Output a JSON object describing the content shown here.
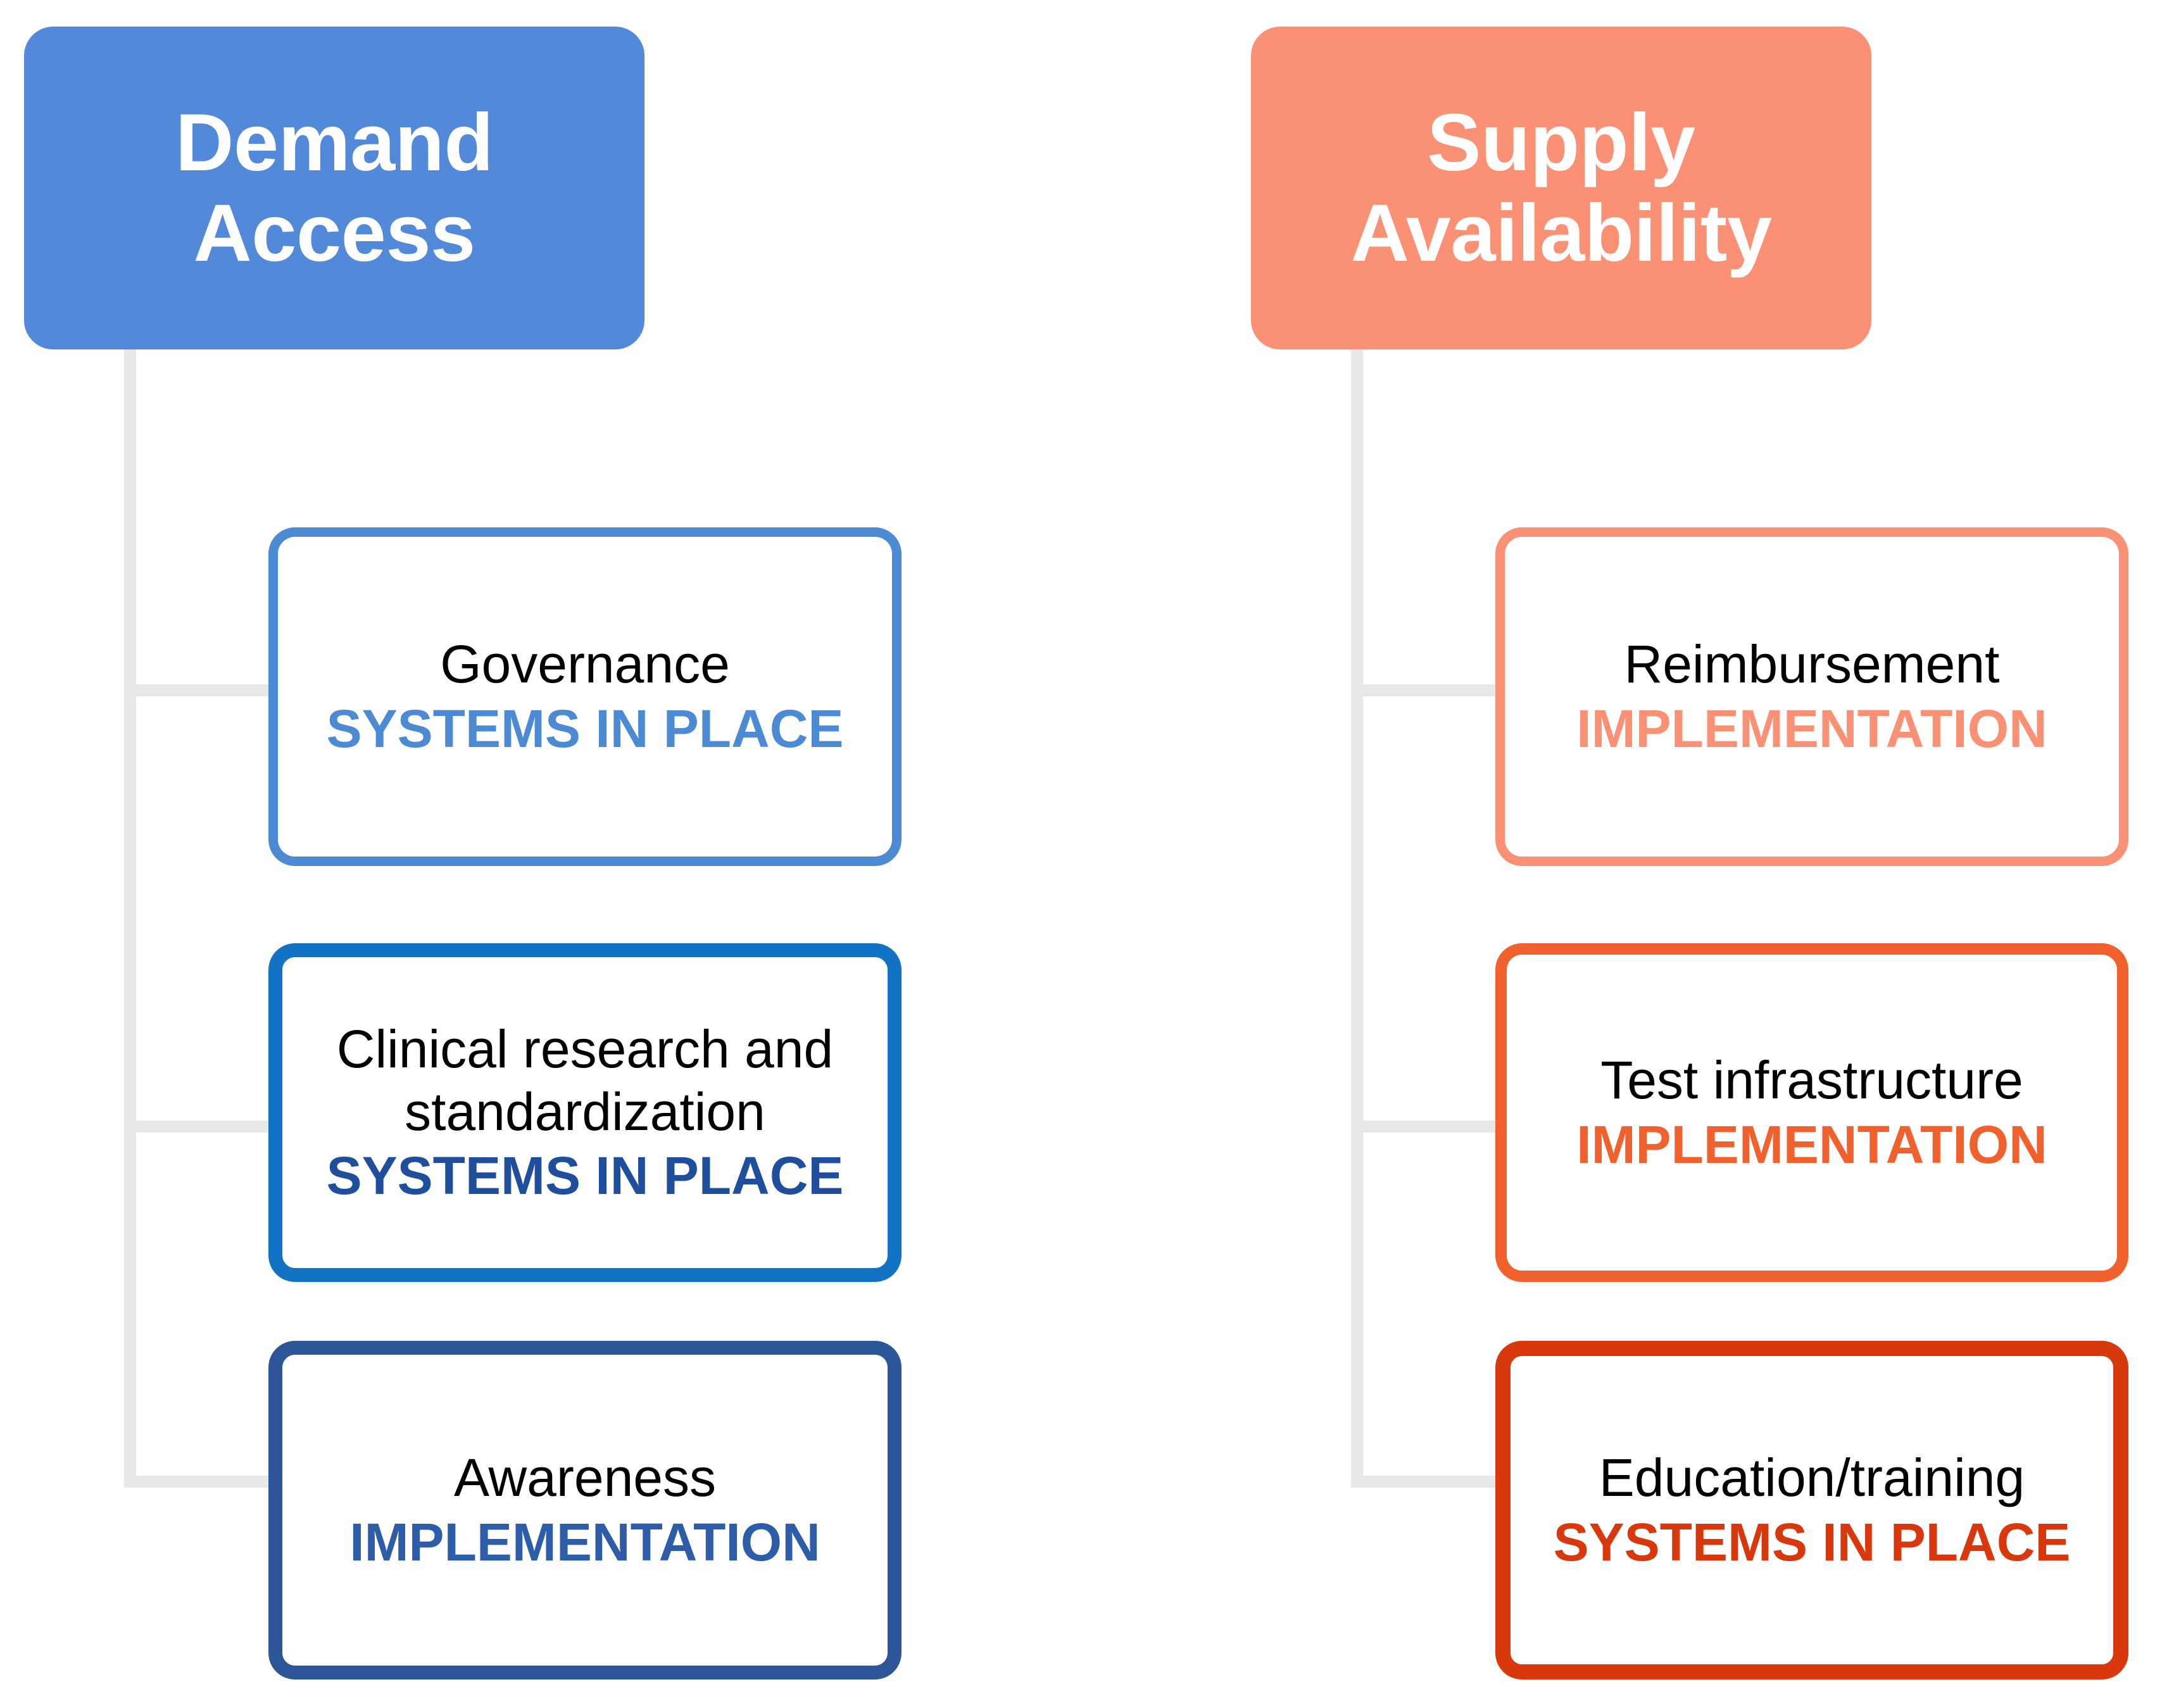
{
  "diagram": {
    "type": "two-column-hierarchy",
    "background_color": "#FFFFFF",
    "connector_color": "#E8E8E8",
    "columns": [
      {
        "id": "demand-access",
        "header": {
          "label": "Demand\nAccess",
          "fill_color": "#5289D8",
          "text_color": "#FFFFFF"
        },
        "children": [
          {
            "title": "Governance",
            "status": "SYSTEMS IN PLACE",
            "border_color": "#4C8AD4",
            "status_color": "#4C8AD4",
            "title_color": "#000000"
          },
          {
            "title": "Clinical research and\nstandardization",
            "status": "SYSTEMS IN PLACE",
            "border_color": "#1272C4",
            "status_color": "#1F4E9C",
            "title_color": "#000000"
          },
          {
            "title": "Awareness",
            "status": "IMPLEMENTATION",
            "border_color": "#2D5699",
            "status_color": "#2D5CA8",
            "title_color": "#000000"
          }
        ]
      },
      {
        "id": "supply-availability",
        "header": {
          "label": "Supply\nAvailability",
          "fill_color": "#FA9175",
          "text_color": "#FFFFFF"
        },
        "children": [
          {
            "title": "Reimbursement",
            "status": "IMPLEMENTATION",
            "border_color": "#FA9175",
            "status_color": "#FA9175",
            "title_color": "#000000"
          },
          {
            "title": "Test infrastructure",
            "status": "IMPLEMENTATION",
            "border_color": "#F0612E",
            "status_color": "#F0612E",
            "title_color": "#000000"
          },
          {
            "title": "Education/training",
            "status": "SYSTEMS IN PLACE",
            "border_color": "#D8380C",
            "status_color": "#D8380C",
            "title_color": "#000000"
          }
        ]
      }
    ]
  }
}
